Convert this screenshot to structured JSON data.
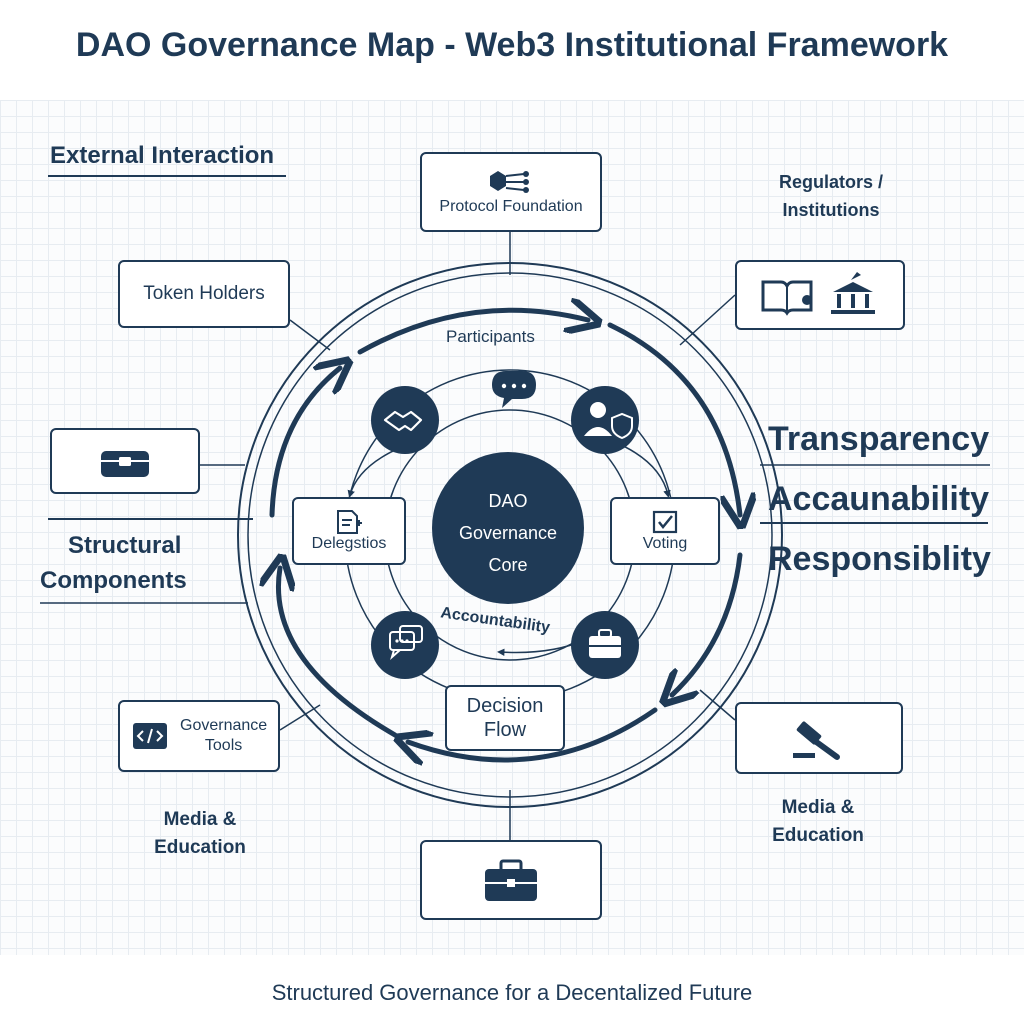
{
  "title": "DAO Governance Map - Web3 Institutional Framework",
  "footer": "Structured Governance for a Decentalized Future",
  "sections": {
    "external": "External Interaction",
    "structural_line1": "Structural",
    "structural_line2": "Components"
  },
  "nodes": {
    "protocol_foundation": "Protocol Foundation",
    "token_holders": "Token Holders",
    "regulators_line1": "Regulators /",
    "regulators_line2": "Institutions",
    "participants": "Participants",
    "core_line1": "DAO",
    "core_line2": "Governance",
    "core_line3": "Core",
    "delegations": "Delegstios",
    "voting": "Voting",
    "accountability_arc": "Accountability",
    "decision_line1": "Decision",
    "decision_line2": "Flow",
    "governance_tools_line1": "Governance",
    "governance_tools_line2": "Tools",
    "media_left_line1": "Media &",
    "media_left_line2": "Education",
    "media_right_line1": "Media &",
    "media_right_line2": "Education"
  },
  "principles": {
    "transparency": "Transparency",
    "accountability": "Accaunability",
    "responsibility": "Responsiblity"
  },
  "colors": {
    "navy": "#1f3a56",
    "grid": "#e7ecf1"
  }
}
